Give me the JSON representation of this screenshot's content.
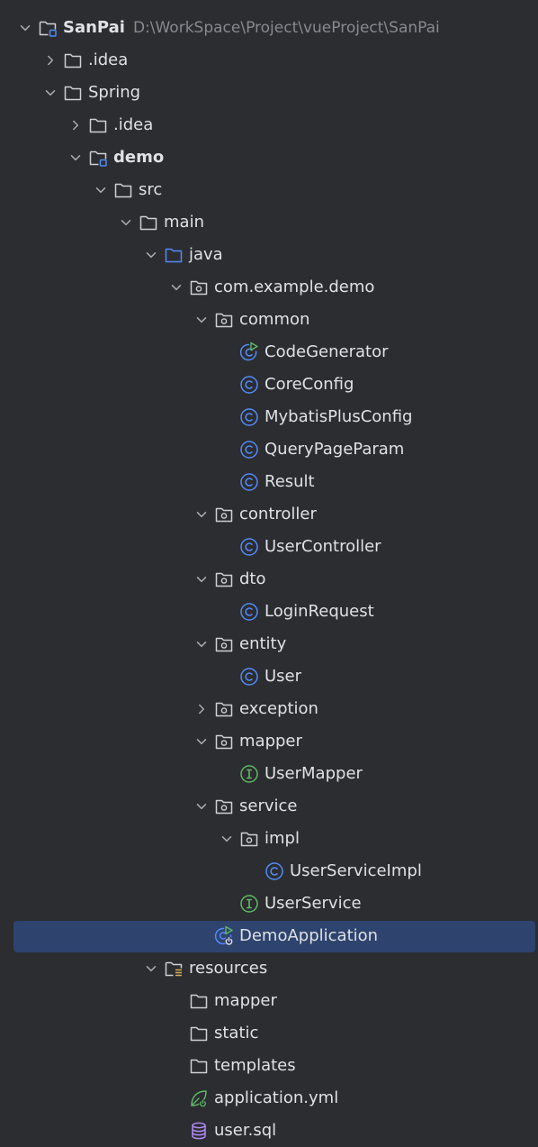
{
  "project_tree": {
    "root": {
      "label": "SanPai",
      "path": "D:\\WorkSpace\\Project\\vueProject\\SanPai"
    },
    "items": [
      {
        "name": "root-sanpai",
        "label": "SanPai",
        "depth": 0,
        "chevron": "down",
        "icon": "module-folder-icon",
        "bold": true,
        "path": "D:\\WorkSpace\\Project\\vueProject\\SanPai"
      },
      {
        "name": "folder-idea",
        "label": ".idea",
        "depth": 1,
        "chevron": "right",
        "icon": "folder-icon"
      },
      {
        "name": "folder-spring",
        "label": "Spring",
        "depth": 1,
        "chevron": "down",
        "icon": "folder-icon"
      },
      {
        "name": "folder-spring-idea",
        "label": ".idea",
        "depth": 2,
        "chevron": "right",
        "icon": "folder-icon"
      },
      {
        "name": "module-demo",
        "label": "demo",
        "depth": 2,
        "chevron": "down",
        "icon": "module-folder-icon",
        "bold": true
      },
      {
        "name": "folder-src",
        "label": "src",
        "depth": 3,
        "chevron": "down",
        "icon": "folder-icon"
      },
      {
        "name": "folder-main",
        "label": "main",
        "depth": 4,
        "chevron": "down",
        "icon": "folder-icon"
      },
      {
        "name": "folder-java",
        "label": "java",
        "depth": 5,
        "chevron": "down",
        "icon": "source-folder-icon"
      },
      {
        "name": "package-com-example-demo",
        "label": "com.example.demo",
        "depth": 6,
        "chevron": "down",
        "icon": "package-icon"
      },
      {
        "name": "package-common",
        "label": "common",
        "depth": 7,
        "chevron": "down",
        "icon": "package-icon"
      },
      {
        "name": "class-codegenerator",
        "label": "CodeGenerator",
        "depth": 8,
        "chevron": "none",
        "icon": "runnable-class-icon"
      },
      {
        "name": "class-coreconfig",
        "label": "CoreConfig",
        "depth": 8,
        "chevron": "none",
        "icon": "class-icon"
      },
      {
        "name": "class-mybatisplusconfig",
        "label": "MybatisPlusConfig",
        "depth": 8,
        "chevron": "none",
        "icon": "class-icon"
      },
      {
        "name": "class-querypageparam",
        "label": "QueryPageParam",
        "depth": 8,
        "chevron": "none",
        "icon": "class-icon"
      },
      {
        "name": "class-result",
        "label": "Result",
        "depth": 8,
        "chevron": "none",
        "icon": "class-icon"
      },
      {
        "name": "package-controller",
        "label": "controller",
        "depth": 7,
        "chevron": "down",
        "icon": "package-icon"
      },
      {
        "name": "class-usercontroller",
        "label": "UserController",
        "depth": 8,
        "chevron": "none",
        "icon": "class-icon"
      },
      {
        "name": "package-dto",
        "label": "dto",
        "depth": 7,
        "chevron": "down",
        "icon": "package-icon"
      },
      {
        "name": "class-loginrequest",
        "label": "LoginRequest",
        "depth": 8,
        "chevron": "none",
        "icon": "class-icon"
      },
      {
        "name": "package-entity",
        "label": "entity",
        "depth": 7,
        "chevron": "down",
        "icon": "package-icon"
      },
      {
        "name": "class-user",
        "label": "User",
        "depth": 8,
        "chevron": "none",
        "icon": "class-icon"
      },
      {
        "name": "package-exception",
        "label": "exception",
        "depth": 7,
        "chevron": "right",
        "icon": "package-icon"
      },
      {
        "name": "package-mapper",
        "label": "mapper",
        "depth": 7,
        "chevron": "down",
        "icon": "package-icon"
      },
      {
        "name": "interface-usermapper",
        "label": "UserMapper",
        "depth": 8,
        "chevron": "none",
        "icon": "interface-icon"
      },
      {
        "name": "package-service",
        "label": "service",
        "depth": 7,
        "chevron": "down",
        "icon": "package-icon"
      },
      {
        "name": "package-impl",
        "label": "impl",
        "depth": 8,
        "chevron": "down",
        "icon": "package-icon"
      },
      {
        "name": "class-userserviceimpl",
        "label": "UserServiceImpl",
        "depth": 9,
        "chevron": "none",
        "icon": "class-icon"
      },
      {
        "name": "interface-userservice",
        "label": "UserService",
        "depth": 8,
        "chevron": "none",
        "icon": "interface-icon"
      },
      {
        "name": "class-demoapplication",
        "label": "DemoApplication",
        "depth": 7,
        "chevron": "none",
        "icon": "spring-boot-app-icon",
        "selected": true
      },
      {
        "name": "folder-resources",
        "label": "resources",
        "depth": 5,
        "chevron": "down",
        "icon": "resources-folder-icon"
      },
      {
        "name": "folder-mapper",
        "label": "mapper",
        "depth": 6,
        "chevron": "none",
        "icon": "folder-icon"
      },
      {
        "name": "folder-static",
        "label": "static",
        "depth": 6,
        "chevron": "none",
        "icon": "folder-icon"
      },
      {
        "name": "folder-templates",
        "label": "templates",
        "depth": 6,
        "chevron": "none",
        "icon": "folder-icon"
      },
      {
        "name": "file-application-yml",
        "label": "application.yml",
        "depth": 6,
        "chevron": "none",
        "icon": "spring-yml-icon"
      },
      {
        "name": "file-user-sql",
        "label": "user.sql",
        "depth": 6,
        "chevron": "none",
        "icon": "sql-file-icon"
      }
    ]
  },
  "colors": {
    "background": "#2b2d30",
    "selection": "#2e436e",
    "text": "#dfe1e5",
    "muted": "#868a91",
    "class_blue": "#548af7",
    "interface_green": "#5fb865",
    "spring_green": "#5fb865",
    "sql_purple": "#b189f5",
    "resources_yellow": "#d6ae58"
  }
}
